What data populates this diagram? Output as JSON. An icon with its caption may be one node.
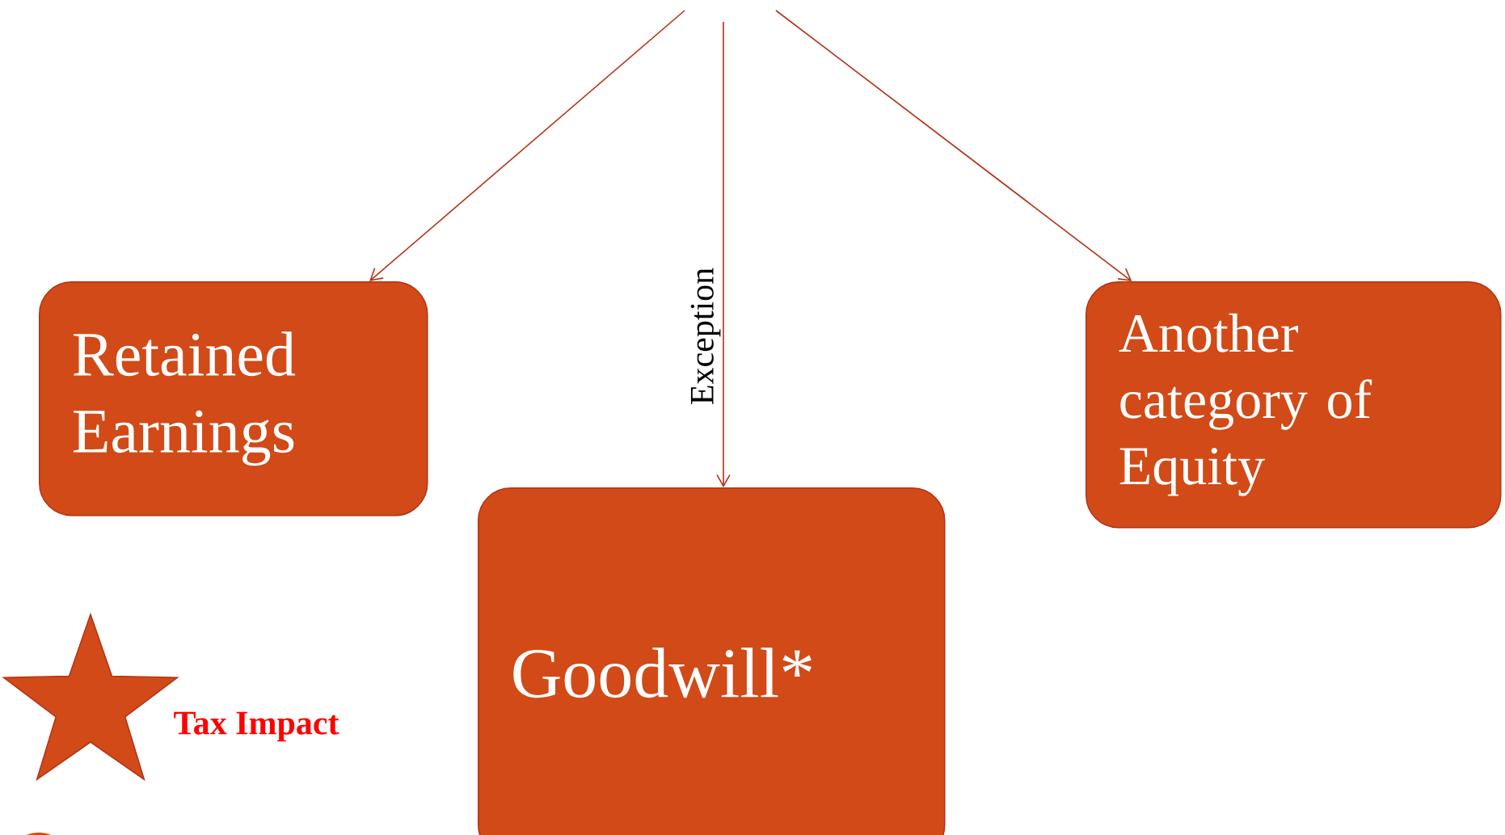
{
  "diagram": {
    "nodes": [
      {
        "text": [
          "Retained Earnings"
        ]
      },
      {
        "text": [
          "Goodwill*"
        ]
      },
      {
        "text": [
          "Another category of Equity"
        ]
      }
    ],
    "edges": [
      {
        "from": null,
        "to": 0,
        "arrow": "to"
      },
      {
        "from": null,
        "to": 1,
        "arrow": "to",
        "label": "Exception"
      },
      {
        "from": null,
        "to": 2,
        "arrow": "to"
      }
    ],
    "legend": [
      {
        "text": "Tax Impact"
      }
    ]
  }
}
